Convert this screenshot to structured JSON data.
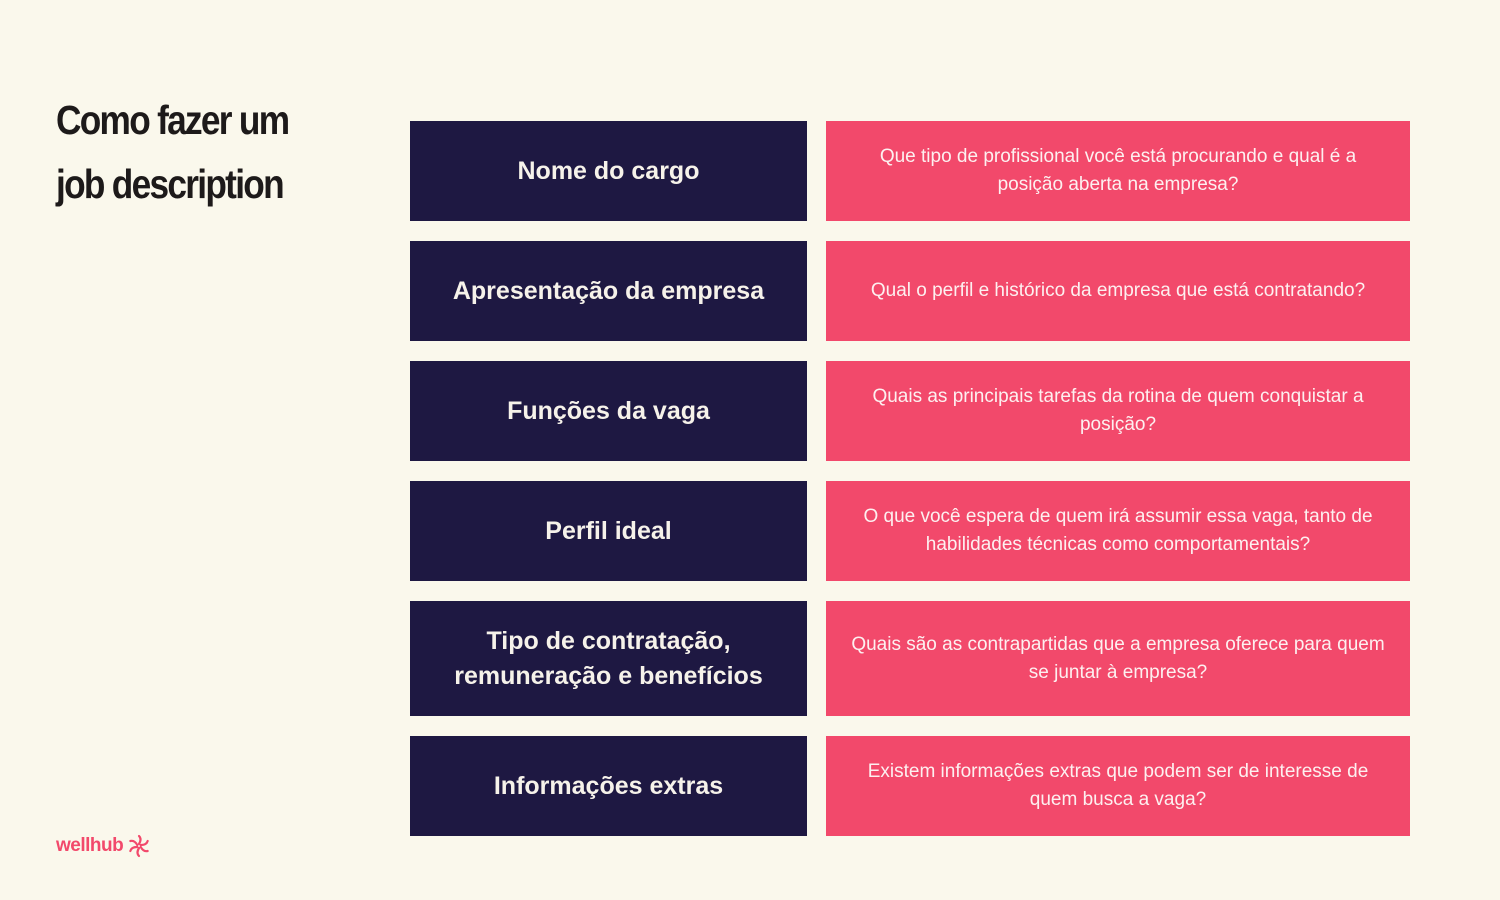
{
  "title": {
    "line1": "Como fazer um",
    "line2": "job description"
  },
  "rows": [
    {
      "heading": "Nome do cargo",
      "description": "Que tipo de profissional você está procurando e qual é a posição aberta na empresa?"
    },
    {
      "heading": "Apresentação da empresa",
      "description": "Qual o perfil e histórico da empresa que está contratando?"
    },
    {
      "heading": "Funções da vaga",
      "description": "Quais as principais tarefas da rotina de quem conquistar a posição?"
    },
    {
      "heading": "Perfil ideal",
      "description": "O que você espera de quem irá assumir essa vaga, tanto de habilidades técnicas como comportamentais?"
    },
    {
      "heading": "Tipo de contratação, remuneração e benefícios",
      "description": "Quais são as contrapartidas que a empresa oferece para quem se juntar à empresa?"
    },
    {
      "heading": "Informações extras",
      "description": "Existem informações extras que podem ser de interesse de quem busca a vaga?"
    }
  ],
  "brand": {
    "name": "wellhub",
    "icon": "wellhub-flower-icon"
  },
  "colors": {
    "background": "#faf8ec",
    "heading_box": "#1e1842",
    "description_box": "#f2496b",
    "title_text": "#1d1a1a",
    "brand": "#f2496b"
  }
}
